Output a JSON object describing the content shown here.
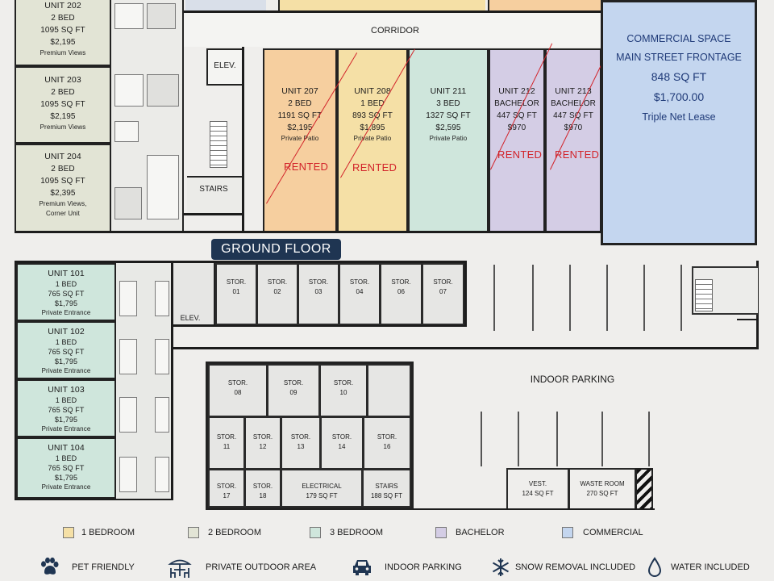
{
  "floor_title": "GROUND FLOOR",
  "labels": {
    "corridor": "CORRIDOR",
    "elev_upper": "ELEV.",
    "elev_lower": "ELEV.",
    "stairs_upper": "STAIRS",
    "indoor_parking": "INDOOR PARKING"
  },
  "upper_units_left": [
    {
      "name": "UNIT 202",
      "beds": "2 BED",
      "size": "1095 SQ FT",
      "price": "$2,195",
      "note": "Premium Views",
      "note2": ""
    },
    {
      "name": "UNIT 203",
      "beds": "2 BED",
      "size": "1095 SQ FT",
      "price": "$2,195",
      "note": "Premium Views",
      "note2": ""
    },
    {
      "name": "UNIT 204",
      "beds": "2 BED",
      "size": "1095 SQ FT",
      "price": "$2,395",
      "note": "Premium Views,",
      "note2": "Corner Unit"
    }
  ],
  "upper_units_row": [
    {
      "name": "UNIT 207",
      "beds": "2 BED",
      "size": "1191 SQ FT",
      "price": "$2,195",
      "note": "Private Patio",
      "status": "RENTED"
    },
    {
      "name": "UNIT 208",
      "beds": "1 BED",
      "size": "893 SQ FT",
      "price": "$1,895",
      "note": "Private Patio",
      "status": "RENTED"
    },
    {
      "name": "UNIT 211",
      "beds": "3 BED",
      "size": "1327 SQ FT",
      "price": "$2,595",
      "note": "Private Patio",
      "status": ""
    },
    {
      "name": "UNIT 212",
      "beds": "BACHELOR",
      "size": "447 SQ FT",
      "price": "$970",
      "note": "",
      "status": "RENTED"
    },
    {
      "name": "UNIT 213",
      "beds": "BACHELOR",
      "size": "447 SQ FT",
      "price": "$970",
      "note": "",
      "status": "RENTED"
    }
  ],
  "commercial": {
    "line1": "COMMERCIAL SPACE",
    "line2": "MAIN STREET FRONTAGE",
    "size": "848 SQ FT",
    "price": "$1,700.00",
    "lease": "Triple Net Lease"
  },
  "lower_units": [
    {
      "name": "UNIT 101",
      "beds": "1 BED",
      "size": "765 SQ FT",
      "price": "$1,795",
      "note": "Private Entrance"
    },
    {
      "name": "UNIT 102",
      "beds": "1 BED",
      "size": "765 SQ FT",
      "price": "$1,795",
      "note": "Private Entrance"
    },
    {
      "name": "UNIT 103",
      "beds": "1 BED",
      "size": "765 SQ FT",
      "price": "$1,795",
      "note": "Private Entrance"
    },
    {
      "name": "UNIT 104",
      "beds": "1 BED",
      "size": "765 SQ FT",
      "price": "$1,795",
      "note": "Private Entrance"
    }
  ],
  "storage_top": [
    {
      "l1": "STOR.",
      "l2": "01"
    },
    {
      "l1": "STOR.",
      "l2": "02"
    },
    {
      "l1": "STOR.",
      "l2": "03"
    },
    {
      "l1": "STOR.",
      "l2": "04"
    },
    {
      "l1": "STOR.",
      "l2": "06"
    },
    {
      "l1": "STOR.",
      "l2": "07"
    }
  ],
  "storage_block": {
    "row1": [
      {
        "l1": "STOR.",
        "l2": "08"
      },
      {
        "l1": "STOR.",
        "l2": "09"
      },
      {
        "l1": "STOR.",
        "l2": "10"
      },
      {
        "l1": "",
        "l2": ""
      }
    ],
    "row2": [
      {
        "l1": "STOR.",
        "l2": "11"
      },
      {
        "l1": "STOR.",
        "l2": "12"
      },
      {
        "l1": "STOR.",
        "l2": "13"
      },
      {
        "l1": "STOR.",
        "l2": "14"
      },
      {
        "l1": "STOR.",
        "l2": "16"
      }
    ],
    "row3": [
      {
        "l1": "STOR.",
        "l2": "17"
      },
      {
        "l1": "STOR.",
        "l2": "18"
      },
      {
        "l1": "ELECTRICAL",
        "l2": "179 SQ FT"
      },
      {
        "l1": "STAIRS",
        "l2": "188 SQ FT"
      }
    ]
  },
  "service_rooms": [
    {
      "l1": "VEST.",
      "l2": "124 SQ FT"
    },
    {
      "l1": "WASTE ROOM",
      "l2": "270 SQ FT"
    }
  ],
  "legend": [
    {
      "label": "1 BEDROOM",
      "color": "#f5e0a6"
    },
    {
      "label": "2 BEDROOM",
      "color": "#e2e4d5"
    },
    {
      "label": "3 BEDROOM",
      "color": "#cfe6dc"
    },
    {
      "label": "BACHELOR",
      "color": "#d4cde5"
    },
    {
      "label": "COMMERCIAL",
      "color": "#c4d6ef"
    }
  ],
  "features": [
    {
      "label": "PET FRIENDLY",
      "icon": "paw-icon"
    },
    {
      "label": "PRIVATE OUTDOOR AREA",
      "icon": "patio-table-icon"
    },
    {
      "label": "INDOOR PARKING",
      "icon": "car-icon"
    },
    {
      "label": "SNOW REMOVAL INCLUDED",
      "icon": "snowflake-icon"
    },
    {
      "label": "WATER INCLUDED",
      "icon": "water-drop-icon"
    }
  ],
  "colors": {
    "accent_navy": "#1f3552",
    "rented_red": "#d2232a",
    "commercial_text": "#1f3a78"
  }
}
